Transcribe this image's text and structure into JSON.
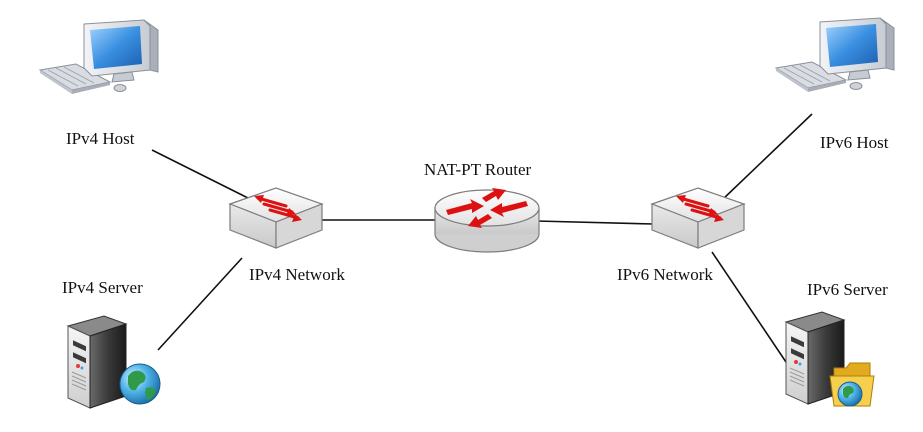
{
  "diagram": {
    "nodes": {
      "ipv4_host": {
        "label": "IPv4 Host",
        "icon": "desktop-computer-icon"
      },
      "ipv4_server": {
        "label": "IPv4 Server",
        "icon": "server-globe-icon"
      },
      "ipv4_net": {
        "label": "IPv4 Network",
        "icon": "network-switch-icon"
      },
      "router": {
        "label": "NAT-PT Router",
        "icon": "router-icon"
      },
      "ipv6_net": {
        "label": "IPv6 Network",
        "icon": "network-switch-icon"
      },
      "ipv6_host": {
        "label": "IPv6 Host",
        "icon": "desktop-computer-icon"
      },
      "ipv6_server": {
        "label": "IPv6 Server",
        "icon": "server-folder-icon"
      }
    },
    "links": [
      [
        "ipv4_host",
        "ipv4_net"
      ],
      [
        "ipv4_server",
        "ipv4_net"
      ],
      [
        "ipv4_net",
        "router"
      ],
      [
        "router",
        "ipv6_net"
      ],
      [
        "ipv6_net",
        "ipv6_host"
      ],
      [
        "ipv6_net",
        "ipv6_server"
      ]
    ],
    "colors": {
      "arrow": "#dd1111",
      "link": "#111111",
      "screen": "#3a8fe0",
      "device": "#e6e6e6",
      "server_body": "#3a3a3a",
      "globe": "#2f9a4a",
      "folder": "#f2c441"
    }
  }
}
